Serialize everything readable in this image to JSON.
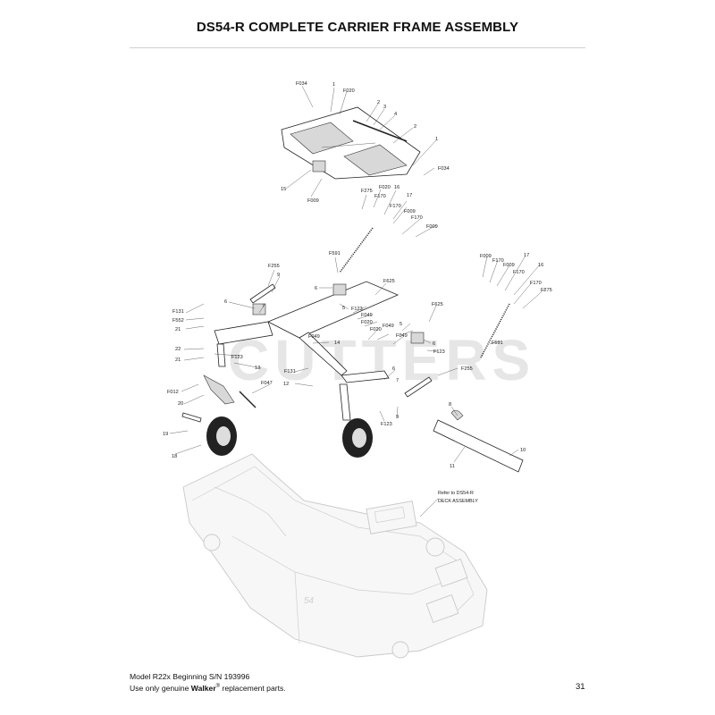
{
  "title": "DS54-R COMPLETE CARRIER FRAME ASSEMBLY",
  "watermark": "CUTTERS",
  "note_lines": [
    "Refer to DS54-R",
    "DECK ASSEMBLY"
  ],
  "ghost_deck_mark": "54",
  "footer": {
    "line1": "Model R22x Beginning S/N 193996",
    "line2_prefix": "Use only genuine ",
    "line2_brand": "Walker",
    "line2_reg": "®",
    "line2_suffix": " replacement parts."
  },
  "page_number": "31",
  "callouts": [
    "F034",
    "1",
    "F020",
    "2",
    "3",
    "4",
    "2",
    "1",
    "F034",
    "15",
    "F009",
    "F275",
    "F020",
    "16",
    "F170",
    "17",
    "F170",
    "F009",
    "F170",
    "F009",
    "F591",
    "F255",
    "9",
    "6",
    "F625",
    "F131",
    "6",
    "7",
    "F552",
    "21",
    "5",
    "F123",
    "F049",
    "F020",
    "F049",
    "22",
    "14",
    "21",
    "F123",
    "13",
    "F131",
    "6",
    "12",
    "F012",
    "F047",
    "20",
    "7",
    "F625",
    "5",
    "F049",
    "F020",
    "F049",
    "6",
    "F123",
    "F255",
    "9",
    "F123",
    "F009",
    "F170",
    "F009",
    "17",
    "F170",
    "16",
    "F170",
    "F275",
    "F591",
    "8",
    "10",
    "11",
    "19",
    "18"
  ]
}
